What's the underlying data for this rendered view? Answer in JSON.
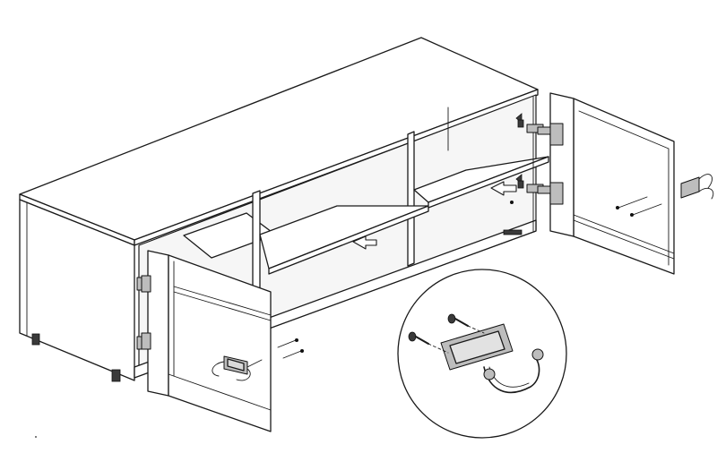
{
  "diagram": {
    "kind": "assembly-instruction",
    "subject": "tv-cabinet-with-two-doors-and-handles",
    "parts": [
      {
        "name": "cabinet-body",
        "icon": "cabinet-icon"
      },
      {
        "name": "left-door",
        "icon": "door-icon"
      },
      {
        "name": "right-door",
        "icon": "door-icon"
      },
      {
        "name": "hinges",
        "count": 4,
        "icon": "hinge-icon"
      },
      {
        "name": "handles",
        "count": 2,
        "icon": "handle-icon"
      },
      {
        "name": "screws",
        "icon": "screw-icon"
      }
    ],
    "detail_callout": {
      "shows": "handle-assembly",
      "icon": "magnifier-icon"
    },
    "colors": {
      "line": "#1a1a1a",
      "fill": "#ffffff",
      "hardware": "#bdbdbd"
    }
  }
}
